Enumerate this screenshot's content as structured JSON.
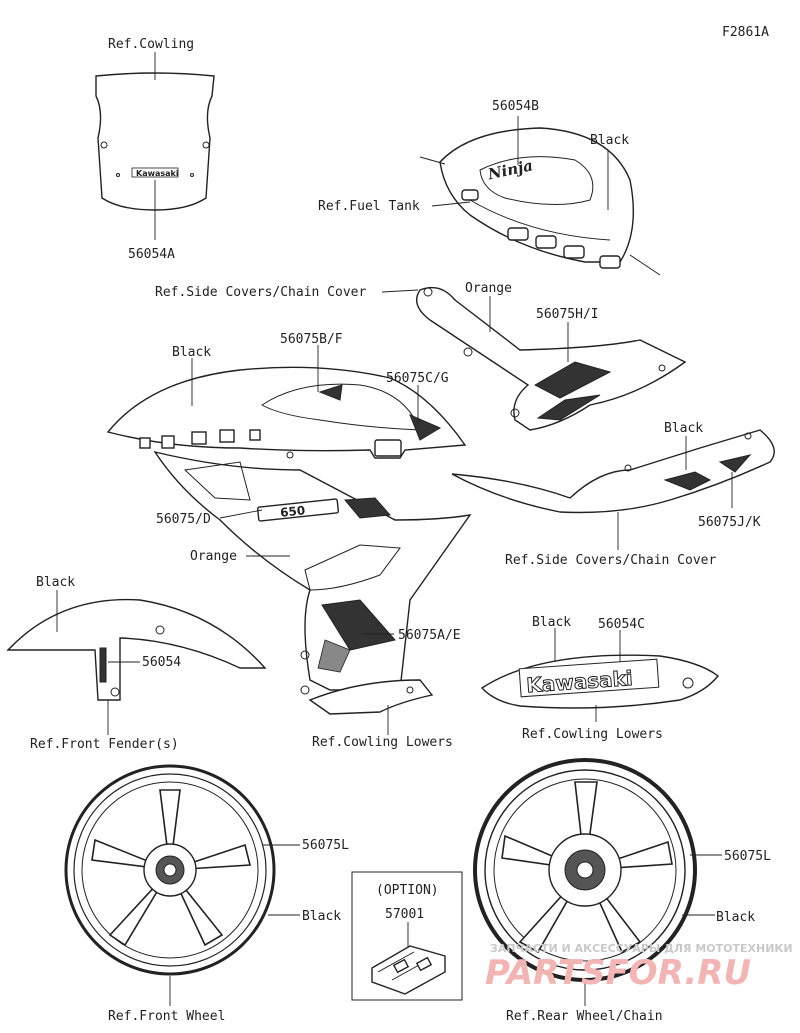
{
  "figure_code": "F2861A",
  "labels": {
    "ref_cowling": "Ref.Cowling",
    "p56054A": "56054A",
    "p56054B": "56054B",
    "black_tank": "Black",
    "ref_fuel_tank": "Ref.Fuel Tank",
    "ref_side_covers_top": "Ref.Side Covers/Chain Cover",
    "orange_tail": "Orange",
    "p56075HI": "56075H/I",
    "black_cowl": "Black",
    "p56075BF": "56075B/F",
    "p56075CG": "56075C/G",
    "black_side": "Black",
    "p56075D": "56075/D",
    "p56075JK": "56075J/K",
    "orange_cowl": "Orange",
    "ref_side_covers_bottom": "Ref.Side Covers/Chain Cover",
    "black_fender": "Black",
    "p56054": "56054",
    "p56075AE": "56075A/E",
    "black_lower": "Black",
    "p56054C": "56054C",
    "ref_front_fender": "Ref.Front Fender(s)",
    "ref_cowling_lowers_1": "Ref.Cowling Lowers",
    "ref_cowling_lowers_2": "Ref.Cowling Lowers",
    "p56075L_front": "56075L",
    "p56075L_rear": "56075L",
    "option": "(OPTION)",
    "p57001": "57001",
    "black_front_wheel": "Black",
    "black_rear_wheel": "Black",
    "ref_front_wheel": "Ref.Front Wheel",
    "ref_rear_wheel": "Ref.Rear Wheel/Chain"
  },
  "decal_text": {
    "kawasaki_small": "Kawasaki",
    "ninja": "Ninja",
    "kawasaki_large": "Kawasaki",
    "model_number": "650"
  },
  "watermark": {
    "line1": "ЗАПЧАСТИ И АКСЕССУАРЫ ДЛЯ МОТОТЕХНИКИ",
    "line2": "PARTSFOR.RU"
  }
}
